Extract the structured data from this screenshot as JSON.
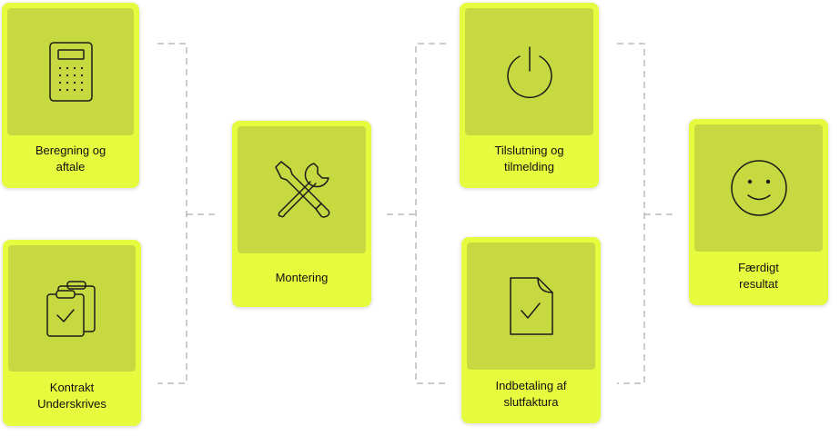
{
  "steps": {
    "beregning": {
      "label": "Beregning og\naftale",
      "icon": "calculator-icon"
    },
    "kontrakt": {
      "label": "Kontrakt\nUnderskrives",
      "icon": "clipboard-check-icon"
    },
    "montering": {
      "label": "Montering",
      "icon": "tools-icon"
    },
    "tilslutning": {
      "label": "Tilslutning og\ntilmelding",
      "icon": "power-icon"
    },
    "indbetaling": {
      "label": "Indbetaling af\nslutfaktura",
      "icon": "document-check-icon"
    },
    "faerdigt": {
      "label": "Færdigt\nresultat",
      "icon": "smiley-icon"
    }
  },
  "colors": {
    "card": "#e6fb3d",
    "card_inner": "#c7d940",
    "connector": "#9a9a9a"
  }
}
